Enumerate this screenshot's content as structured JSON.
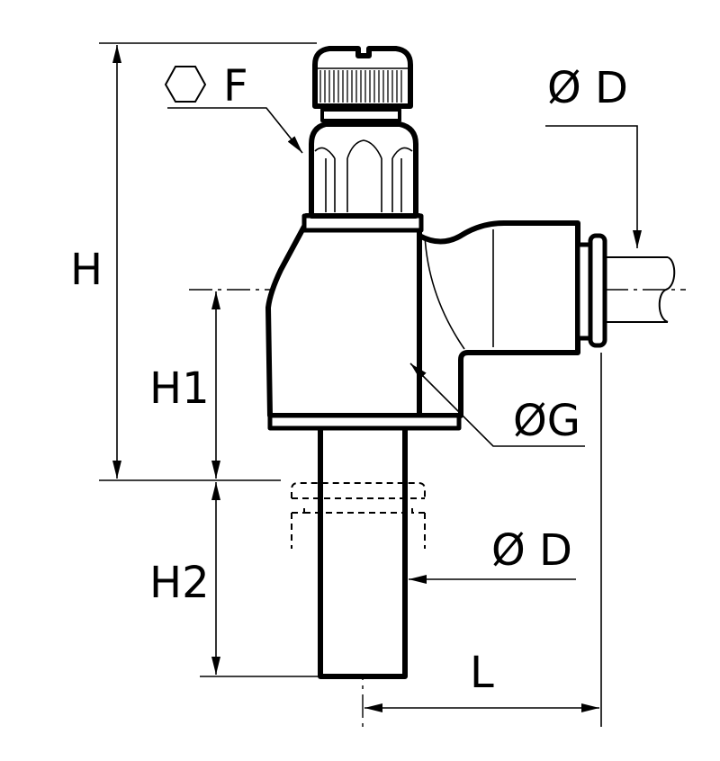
{
  "labels": {
    "hex": "F",
    "h": "H",
    "h1": "H1",
    "h2": "H2",
    "l": "L",
    "d_top": "Ø D",
    "g": "ØG",
    "d_bottom": "Ø D"
  },
  "icons": {
    "hex_symbol": "hexagon-icon"
  }
}
